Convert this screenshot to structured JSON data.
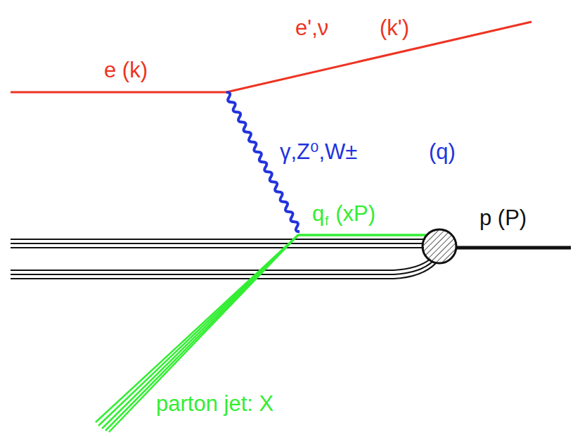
{
  "diagram": {
    "labels": [
      "e (k)",
      "e',ν",
      "(k')",
      "γ,Z⁰,W±",
      "(q)",
      "q",
      "f",
      "(xP)",
      "p (P)",
      "parton jet: X"
    ]
  }
}
